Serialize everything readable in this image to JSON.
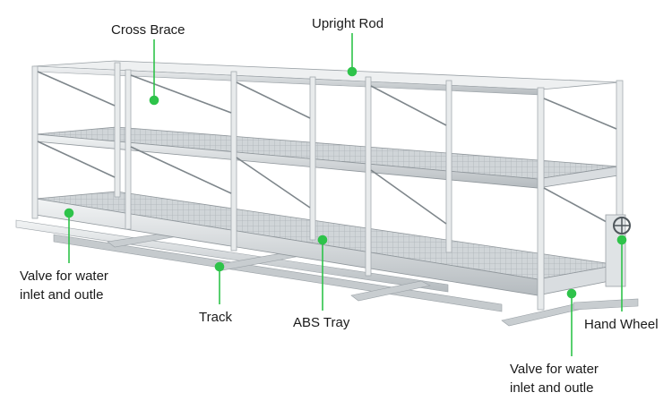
{
  "diagram": {
    "accent_color": "#2ec34a",
    "frame_color": "#e3e6e8",
    "tray_color": "#c9ced1",
    "track_color": "#cfd3d6",
    "labels": {
      "cross_brace": "Cross Brace",
      "upright_rod": "Upright Rod",
      "valve_left_line1": "Valve for water",
      "valve_left_line2": "inlet and outle",
      "track": "Track",
      "abs_tray": "ABS Tray",
      "hand_wheel": "Hand Wheel",
      "valve_right_line1": "Valve for water",
      "valve_right_line2": "inlet and outle"
    },
    "icons": [
      "hand-wheel-icon",
      "callout-dot-icon"
    ]
  }
}
